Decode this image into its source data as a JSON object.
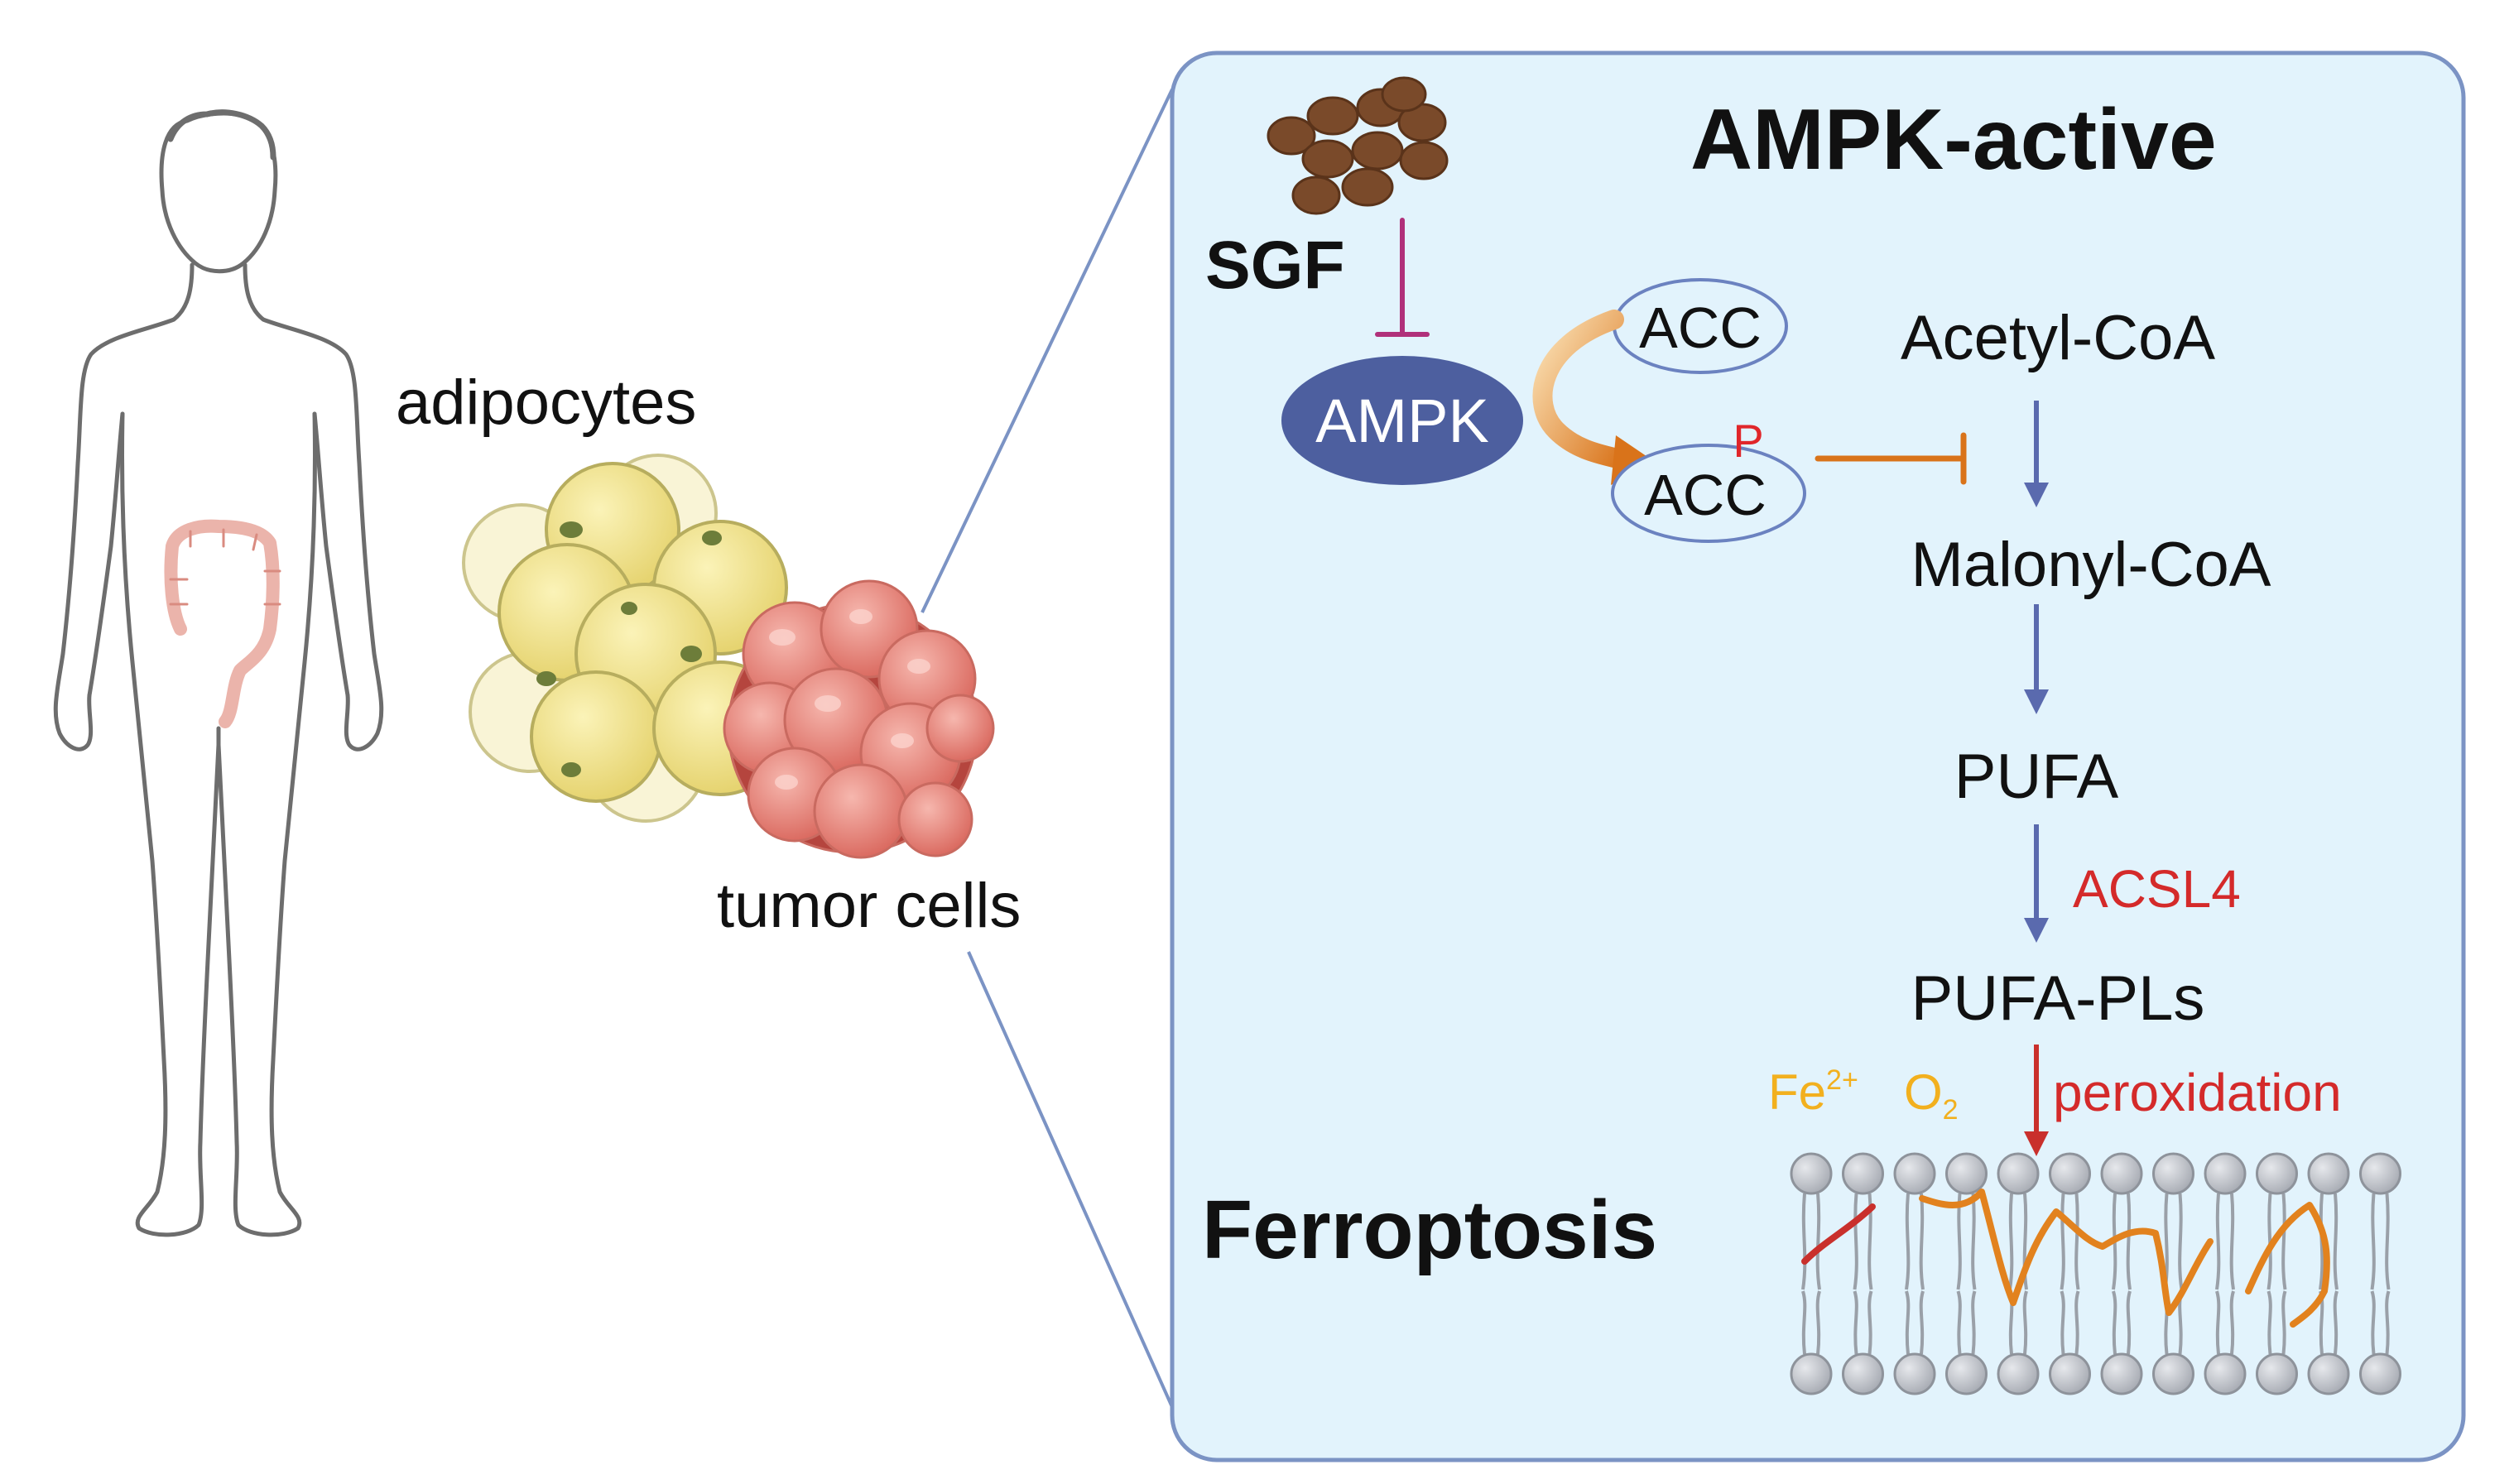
{
  "labels": {
    "adipocytes": "adipocytes",
    "tumor_cells": "tumor cells",
    "panel_title": "AMPK-active",
    "sgf": "SGF",
    "ampk": "AMPK",
    "acc_top": "ACC",
    "acc_bottom": "ACC",
    "phospho": "P",
    "acetyl_coa": "Acetyl-CoA",
    "malonyl_coa": "Malonyl-CoA",
    "pufa": "PUFA",
    "acsl4": "ACSL4",
    "pufa_pls": "PUFA-PLs",
    "fe": "Fe",
    "fe_charge": "2+",
    "o2": "O",
    "o2_sub": "2",
    "peroxidation": "peroxidation",
    "ferroptosis": "Ferroptosis"
  },
  "colors": {
    "panel_fill": "#e2f3fc",
    "panel_stroke": "#7b93c4",
    "ampk_fill": "#4d5f9f",
    "pathway_arrow": "#5a6aae",
    "inhibit_sgf": "#b0307a",
    "inhibit_acc": "#d9731a",
    "red_text": "#d42a2a",
    "yellow_text": "#f2b01e",
    "sgf_fruit": "#7a4a2a",
    "adipocyte": "#f3e38e",
    "tumor": "#e98a80"
  }
}
